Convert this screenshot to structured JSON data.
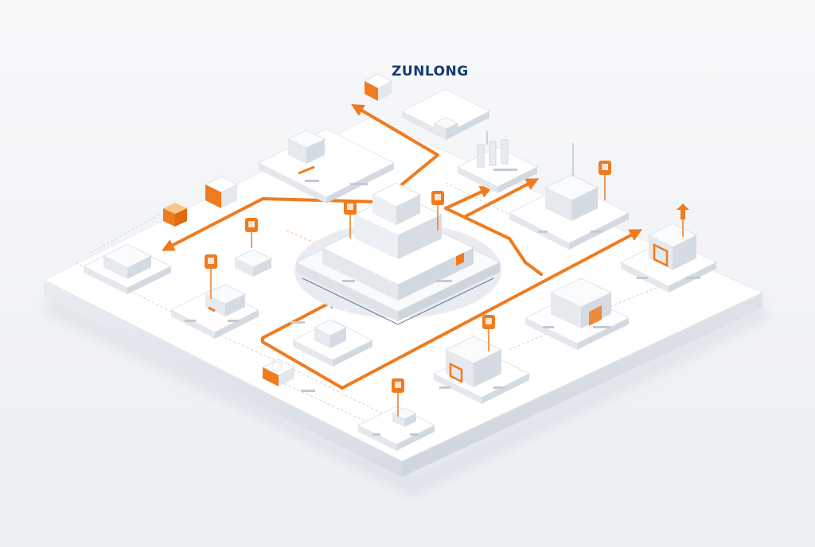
{
  "brand": {
    "name": "ZUNLONG"
  },
  "colors": {
    "background": "#f3f5f8",
    "platform_top": "#ffffff",
    "platform_side": "#e4e8ee",
    "accent": "#f07b1e",
    "brand_text": "#163a72",
    "building": "#f7f8fa",
    "building_shade": "#dfe3e8"
  },
  "nodes": [
    {
      "id": "central-warehouse",
      "icon": "warehouse-icon"
    },
    {
      "id": "factory-left",
      "icon": "factory-icon"
    },
    {
      "id": "office-top",
      "icon": "office-icon"
    },
    {
      "id": "logistics-hub-top",
      "icon": "hub-icon"
    },
    {
      "id": "refinery",
      "icon": "refinery-icon"
    },
    {
      "id": "warehouse-right",
      "icon": "warehouse-icon"
    },
    {
      "id": "storefront-right",
      "icon": "store-icon"
    },
    {
      "id": "garage-center",
      "icon": "garage-icon"
    },
    {
      "id": "distribution-center",
      "icon": "distribution-icon"
    },
    {
      "id": "depot-bottom",
      "icon": "depot-icon"
    },
    {
      "id": "factory-mid-left",
      "icon": "factory-icon"
    },
    {
      "id": "kiosk-left",
      "icon": "kiosk-icon"
    },
    {
      "id": "module-center-left",
      "icon": "module-icon"
    }
  ],
  "markers": [
    {
      "id": "pin-1",
      "icon": "location-pin-icon"
    },
    {
      "id": "pin-2",
      "icon": "location-pin-icon"
    },
    {
      "id": "pin-3",
      "icon": "location-pin-icon"
    },
    {
      "id": "pin-4",
      "icon": "location-pin-icon"
    },
    {
      "id": "pin-5",
      "icon": "location-pin-icon"
    },
    {
      "id": "pin-6",
      "icon": "location-pin-icon"
    },
    {
      "id": "pin-7",
      "icon": "location-pin-icon"
    },
    {
      "id": "pin-8",
      "icon": "location-pin-icon"
    },
    {
      "id": "pin-9",
      "icon": "location-pin-icon"
    }
  ]
}
